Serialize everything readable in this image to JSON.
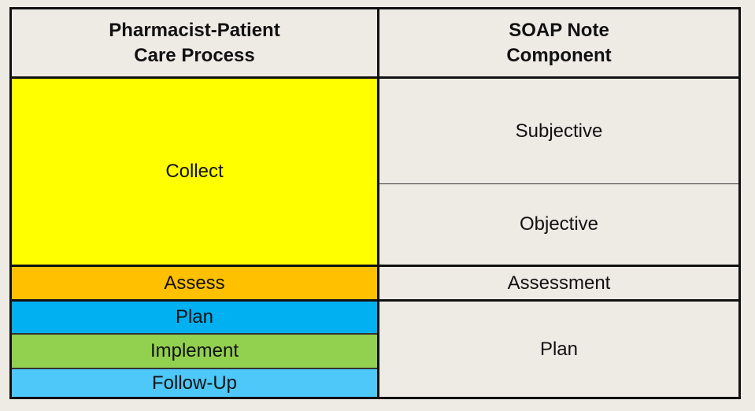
{
  "header": {
    "left_line1": "Pharmacist-Patient",
    "left_line2": "Care Process",
    "right_line1": "SOAP Note",
    "right_line2": "Component"
  },
  "left_column": [
    {
      "label": "Collect",
      "color": "#FFFF00"
    },
    {
      "label": "Assess",
      "color": "#FFC000"
    },
    {
      "label": "Plan",
      "color": "#00B0F0"
    },
    {
      "label": "Implement",
      "color": "#92D050"
    },
    {
      "label": "Follow-Up",
      "color": "#4DC8F8"
    }
  ],
  "right_column": [
    {
      "label": "Subjective"
    },
    {
      "label": "Objective"
    },
    {
      "label": "Assessment"
    },
    {
      "label": "Plan"
    }
  ],
  "colors": {
    "background": "#EEEBE5",
    "border": "#111111"
  }
}
